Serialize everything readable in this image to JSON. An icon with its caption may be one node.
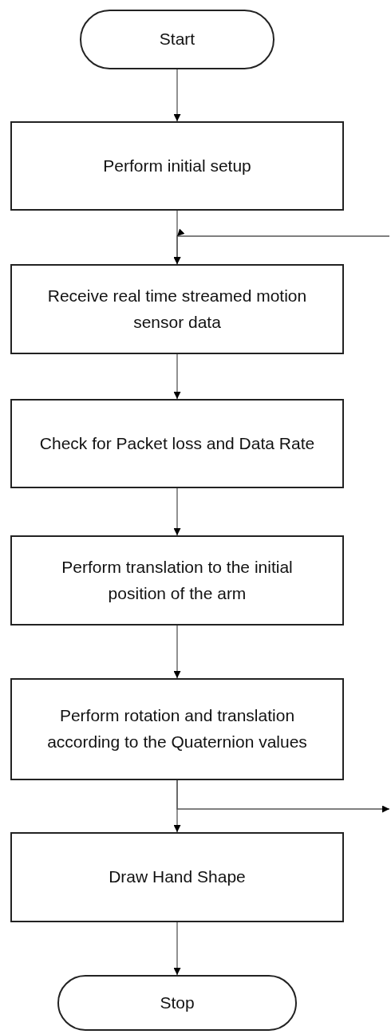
{
  "diagram": {
    "nodes": [
      {
        "text": [
          "Start"
        ]
      },
      {
        "text": [
          "Perform initial setup"
        ]
      },
      {
        "text": [
          "Receive real time streamed motion sensor data"
        ]
      },
      {
        "text": [
          "Check for Packet loss and Data Rate"
        ]
      },
      {
        "text": [
          "Perform translation to the initial position of the arm"
        ]
      },
      {
        "text": [
          "Perform rotation and translation according to the Quaternion values"
        ]
      },
      {
        "text": [
          "Draw Hand Shape"
        ]
      },
      {
        "text": [
          "Stop"
        ]
      }
    ],
    "edges": [
      {
        "from": 0,
        "to": 1,
        "arrow": "to"
      },
      {
        "from": 1,
        "to": 2,
        "arrow": "to"
      },
      {
        "from": null,
        "to": 2,
        "arrow": "to"
      },
      {
        "from": 2,
        "to": 3,
        "arrow": "to"
      },
      {
        "from": 3,
        "to": 4,
        "arrow": "to"
      },
      {
        "from": 4,
        "to": 5,
        "arrow": "to"
      },
      {
        "from": 5,
        "to": 6,
        "arrow": "to"
      },
      {
        "from": 5,
        "to": null,
        "arrow": "to"
      },
      {
        "from": 6,
        "to": 7,
        "arrow": "to"
      }
    ]
  }
}
